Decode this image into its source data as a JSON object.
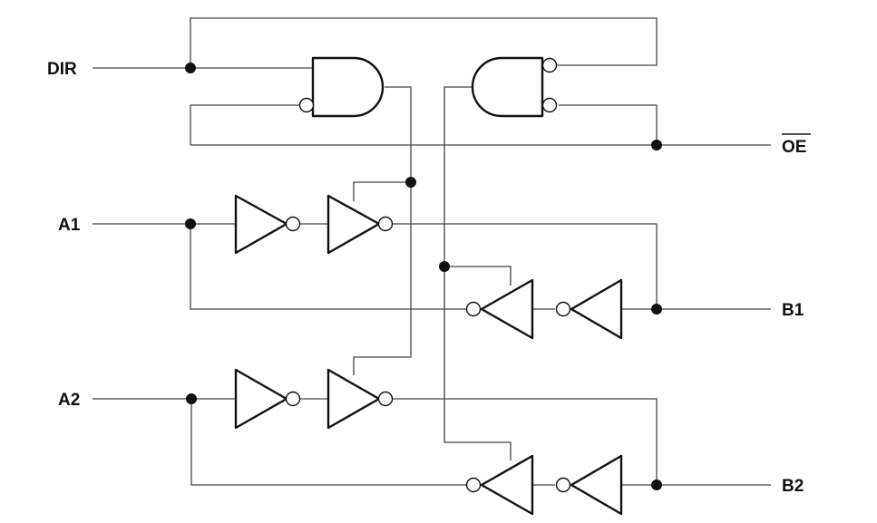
{
  "signals": {
    "dir": "DIR",
    "oe": "OE",
    "a1": "A1",
    "a2": "A2",
    "b1": "B1",
    "b2": "B2"
  }
}
